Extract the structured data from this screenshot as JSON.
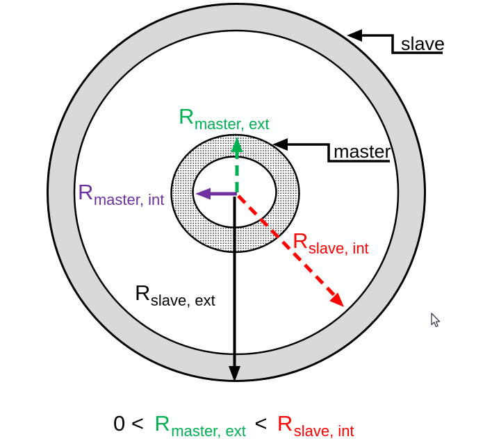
{
  "colors": {
    "ring_gray": "#D9D9D9",
    "outline_black": "#000000",
    "green": "#00B050",
    "purple": "#7030A0",
    "red": "#FF0000",
    "cursor_outline": "#3C3C50",
    "cursor_fill": "#FFFFFF"
  },
  "annotations": {
    "slave": "slave",
    "master": "master"
  },
  "radius_labels": {
    "master_ext": {
      "main": "R",
      "sub": "master, ext",
      "color": "#00B050"
    },
    "master_int": {
      "main": "R",
      "sub": "master, int",
      "color": "#7030A0"
    },
    "slave_int": {
      "main": "R",
      "sub": "slave, int",
      "color": "#FF0000"
    },
    "slave_ext": {
      "main": "R",
      "sub": "slave, ext",
      "color": "#000000"
    }
  },
  "formula": {
    "lhs": "0 <",
    "term1": {
      "main": "R",
      "sub": "master, ext",
      "color": "#00B050"
    },
    "op": "<",
    "term2": {
      "main": "R",
      "sub": "slave, int",
      "color": "#FF0000"
    }
  }
}
